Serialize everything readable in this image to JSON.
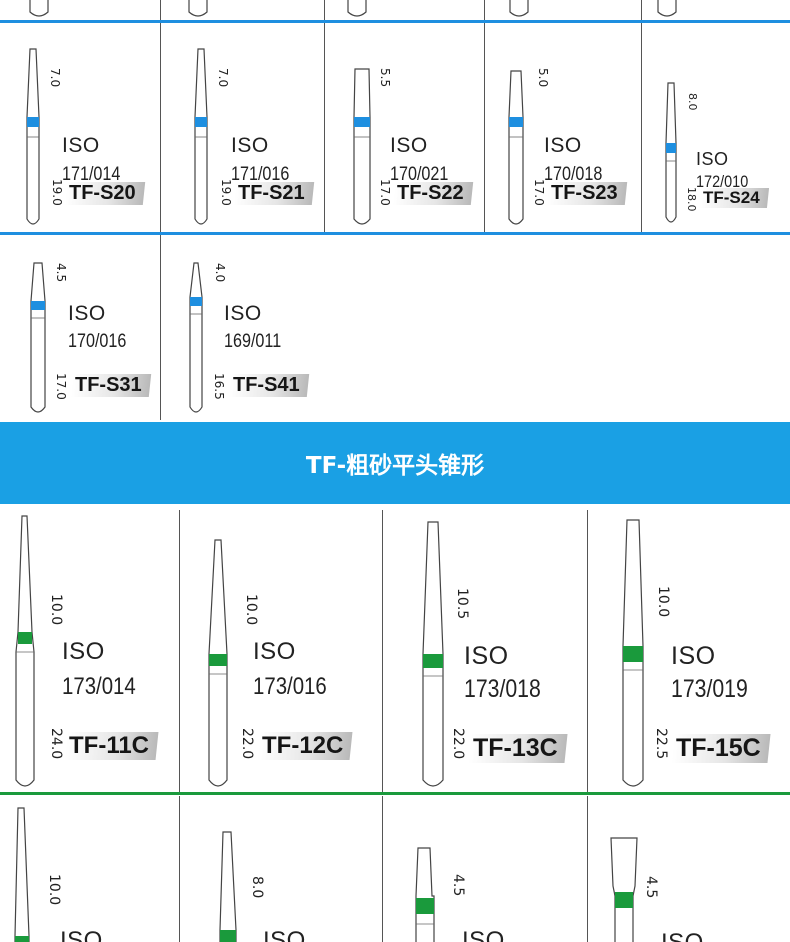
{
  "colors": {
    "blue_band": "#1e8fe0",
    "green_band": "#1a9a3c",
    "banner_bg": "#1aa0e4",
    "banner_text": "#ffffff"
  },
  "top_row": [
    {
      "head_length": "7.0",
      "iso_label": "ISO",
      "iso_number": "171/014",
      "total_length": "19.0",
      "code": "TF-S20"
    },
    {
      "head_length": "7.0",
      "iso_label": "ISO",
      "iso_number": "171/016",
      "total_length": "19.0",
      "code": "TF-S21"
    },
    {
      "head_length": "5.5",
      "iso_label": "ISO",
      "iso_number": "170/021",
      "total_length": "17.0",
      "code": "TF-S22"
    },
    {
      "head_length": "5.0",
      "iso_label": "ISO",
      "iso_number": "170/018",
      "total_length": "17.0",
      "code": "TF-S23"
    },
    {
      "head_length": "8.0",
      "iso_label": "ISO",
      "iso_number": "172/010",
      "total_length": "18.0",
      "code": "TF-S24"
    }
  ],
  "second_row": [
    {
      "head_length": "4.5",
      "iso_label": "ISO",
      "iso_number": "170/016",
      "total_length": "17.0",
      "code": "TF-S31"
    },
    {
      "head_length": "4.0",
      "iso_label": "ISO",
      "iso_number": "169/011",
      "total_length": "16.5",
      "code": "TF-S41"
    }
  ],
  "section_banner": "TF-粗砂平头锥形",
  "green_row": [
    {
      "head_length": "10.0",
      "iso_label": "ISO",
      "iso_number": "173/014",
      "total_length": "24.0",
      "code": "TF-11C"
    },
    {
      "head_length": "10.0",
      "iso_label": "ISO",
      "iso_number": "173/016",
      "total_length": "22.0",
      "code": "TF-12C"
    },
    {
      "head_length": "10.5",
      "iso_label": "ISO",
      "iso_number": "173/018",
      "total_length": "22.0",
      "code": "TF-13C"
    },
    {
      "head_length": "10.0",
      "iso_label": "ISO",
      "iso_number": "173/019",
      "total_length": "22.5",
      "code": "TF-15C"
    }
  ],
  "bottom_row": [
    {
      "head_length": "10.0",
      "iso_label": "ISO"
    },
    {
      "head_length": "8.0",
      "iso_label": "ISO"
    },
    {
      "head_length": "4.5",
      "iso_label": "ISO"
    },
    {
      "head_length": "4.5",
      "iso_label": "ISO"
    }
  ]
}
